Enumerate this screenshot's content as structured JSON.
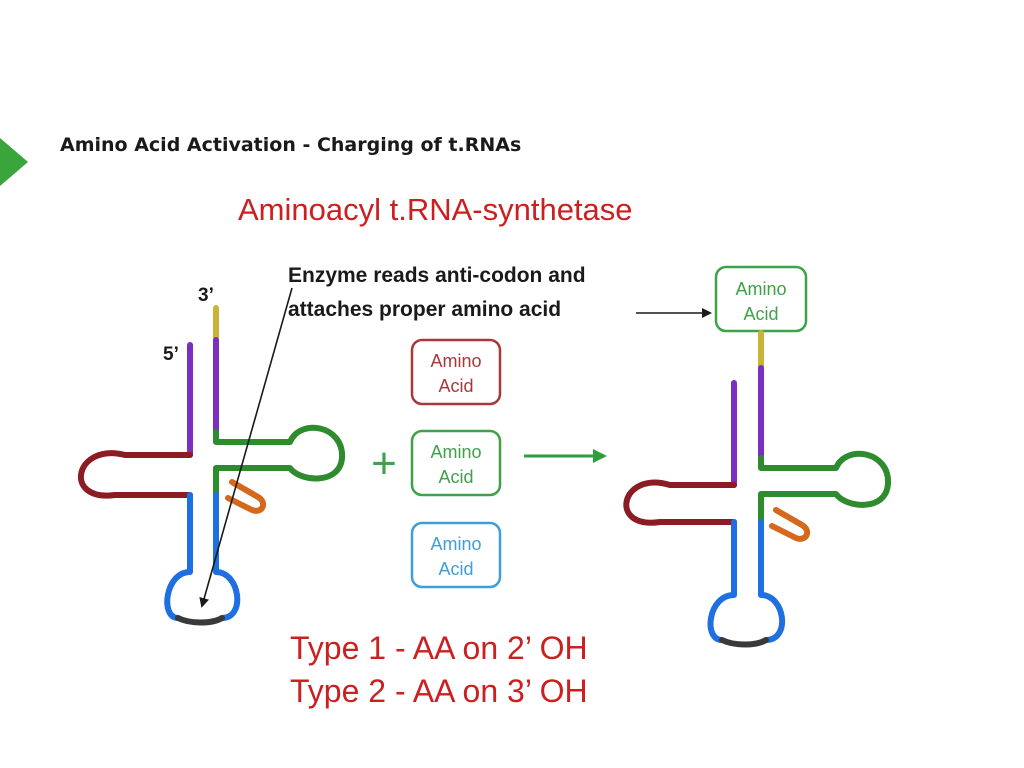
{
  "slide": {
    "title": "Amino Acid Activation - Charging of t.RNAs",
    "enzyme": "Aminoacyl t.RNA-synthetase",
    "types": [
      "Type 1 - AA on 2’ OH",
      "Type 2 - AA on 3’ OH"
    ]
  },
  "diagram": {
    "end_3": "3’",
    "end_5": "5’",
    "caption_line1": "Enzyme reads anti-codon and",
    "caption_line2": "attaches proper amino acid",
    "amino_word": "Amino",
    "acid_word": "Acid",
    "plus": "+"
  },
  "colors": {
    "red_text": "#cc1f1f",
    "marker_green": "#3aa53a",
    "acceptor_yellow": "#c9b43a",
    "stem_purple": "#7b2fbf",
    "d_arm_maroon": "#8c1c24",
    "t_arm_green": "#2e8b2e",
    "anticodon_blue": "#1e6fe0",
    "variable_orange": "#d4691e",
    "anticodon_loop_gray": "#3a3a3a",
    "box_maroon": "#a8393b",
    "box_green": "#3fa24a",
    "box_blue": "#3d9ed8",
    "green_arrow": "#2e9e3e"
  }
}
